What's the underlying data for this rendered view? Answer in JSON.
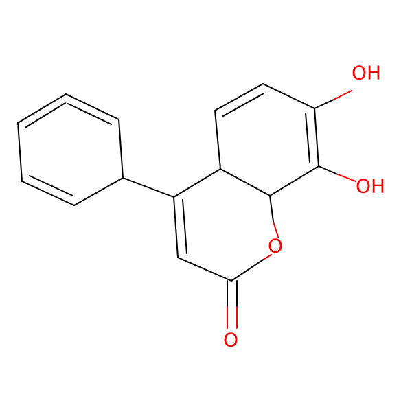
{
  "molecule": {
    "atom_labels": {
      "hydroxyl_top": "OH",
      "hydroxyl_bottom": "OH",
      "ring_oxygen": "O",
      "carbonyl_oxygen": "O"
    },
    "colors": {
      "bond": "#000000",
      "oxygen": "#ff0000",
      "background": "#ffffff"
    }
  }
}
